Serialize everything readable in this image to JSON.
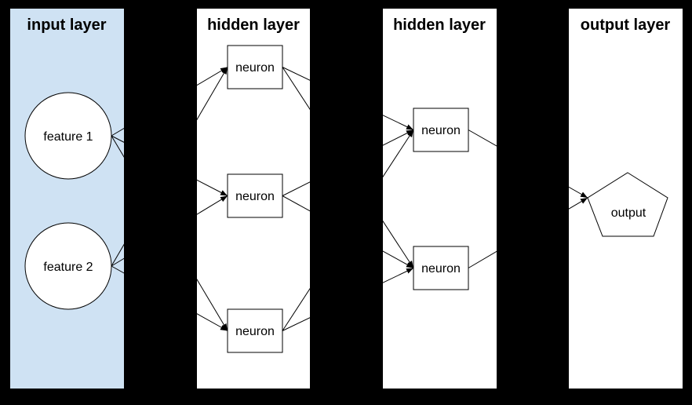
{
  "page": {
    "background_color": "#000000"
  },
  "diagram": {
    "type": "neural-network",
    "edge_color": "#000000",
    "node_fill": "#ffffff",
    "node_stroke": "#000000",
    "layers": [
      {
        "title": "input layer",
        "panel_fill": "#cfe2f3",
        "nodes": [
          {
            "id": "feature1",
            "label": "feature 1",
            "shape": "circle"
          },
          {
            "id": "feature2",
            "label": "feature 2",
            "shape": "circle"
          }
        ]
      },
      {
        "title": "hidden layer",
        "panel_fill": "#ffffff",
        "nodes": [
          {
            "id": "h1n1",
            "label": "neuron",
            "shape": "rectangle"
          },
          {
            "id": "h1n2",
            "label": "neuron",
            "shape": "rectangle"
          },
          {
            "id": "h1n3",
            "label": "neuron",
            "shape": "rectangle"
          }
        ]
      },
      {
        "title": "hidden layer",
        "panel_fill": "#ffffff",
        "nodes": [
          {
            "id": "h2n1",
            "label": "neuron",
            "shape": "rectangle"
          },
          {
            "id": "h2n2",
            "label": "neuron",
            "shape": "rectangle"
          }
        ]
      },
      {
        "title": "output layer",
        "panel_fill": "#ffffff",
        "nodes": [
          {
            "id": "output",
            "label": "output",
            "shape": "pentagon"
          }
        ]
      }
    ],
    "connections": [
      {
        "from": "feature1",
        "to": "h1n1"
      },
      {
        "from": "feature1",
        "to": "h1n2"
      },
      {
        "from": "feature1",
        "to": "h1n3"
      },
      {
        "from": "feature2",
        "to": "h1n1"
      },
      {
        "from": "feature2",
        "to": "h1n2"
      },
      {
        "from": "feature2",
        "to": "h1n3"
      },
      {
        "from": "h1n1",
        "to": "h2n1"
      },
      {
        "from": "h1n1",
        "to": "h2n2"
      },
      {
        "from": "h1n2",
        "to": "h2n1"
      },
      {
        "from": "h1n2",
        "to": "h2n2"
      },
      {
        "from": "h1n3",
        "to": "h2n1"
      },
      {
        "from": "h1n3",
        "to": "h2n2"
      },
      {
        "from": "h2n1",
        "to": "output"
      },
      {
        "from": "h2n2",
        "to": "output"
      }
    ]
  }
}
